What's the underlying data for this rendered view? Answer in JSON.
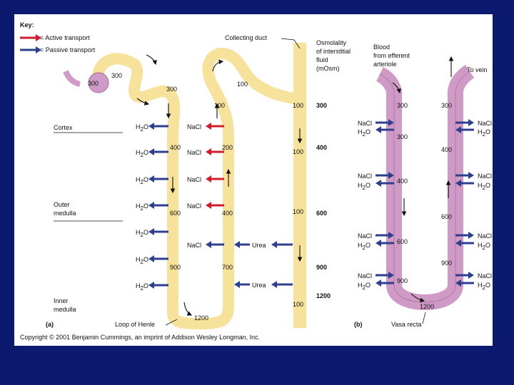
{
  "colors": {
    "background": "#0b1a6e",
    "slide": "#ffffff",
    "tubule": "#f6e29a",
    "tubule_edge": "#d9bd62",
    "blood": "#cf9bc6",
    "blood_edge": "#a66c9c",
    "active_arrow": "#d01c2c",
    "passive_arrow": "#2f3f8f"
  },
  "key": {
    "title": "Key:",
    "active": "= Active transport",
    "passive": "= Passive transport"
  },
  "panel_a": {
    "label": "(a)",
    "zones": {
      "cortex": "Cortex",
      "outer_1": "Outer",
      "outer_2": "medulla",
      "inner_1": "Inner",
      "inner_2": "medulla"
    },
    "glomerulus_values": [
      "300",
      "300"
    ],
    "pct_value": "300",
    "ascending_top": "100",
    "collecting_duct_label": "Collecting duct",
    "loop_label": "Loop of Henle",
    "loop_bottom": "1200",
    "descending_values": [
      "400",
      "600",
      "900"
    ],
    "ascending_values": [
      "100",
      "200",
      "400",
      "700"
    ],
    "collecting_values": [
      "100",
      "100",
      "100",
      "100"
    ],
    "water": "H2O",
    "nacl": "NaCl",
    "urea": "Urea",
    "h": "H",
    "sub2": "2",
    "o": "O"
  },
  "osmolality": {
    "header": [
      "Osmolality",
      "of interstitial",
      "fluid",
      "(mOsm)"
    ],
    "values": [
      "300",
      "400",
      "600",
      "900",
      "1200"
    ]
  },
  "panel_b": {
    "label": "(b)",
    "blood_label": [
      "Blood",
      "from efferent",
      "arteriole"
    ],
    "to_vein": "To vein",
    "vasa_recta": "Vasa recta",
    "left_values": [
      "300",
      "300",
      "400",
      "600",
      "900"
    ],
    "right_values": [
      "300",
      "400",
      "600",
      "900"
    ],
    "bottom": "1200",
    "nacl": "NaCl"
  },
  "copyright": "Copyright © 2001 Benjamin Cummings, an imprint of Addison Wesley Longman, Inc."
}
